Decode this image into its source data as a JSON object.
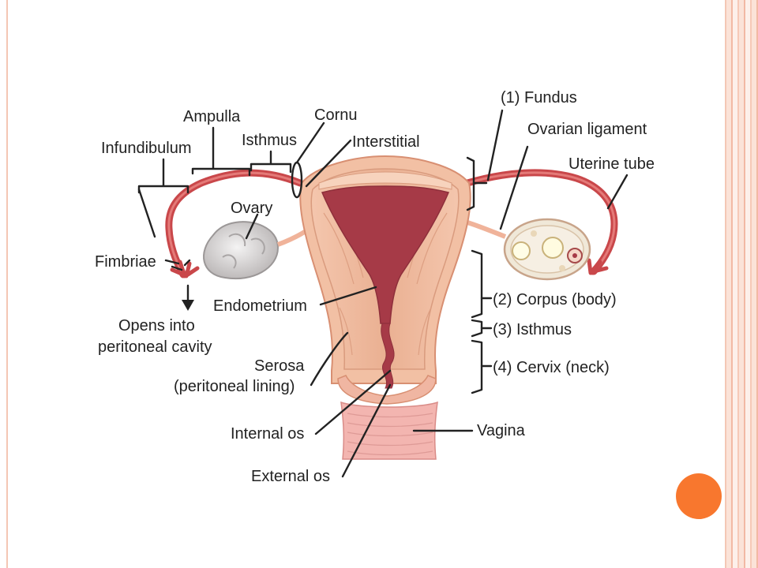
{
  "labels": {
    "infundibulum": "Infundibulum",
    "ampulla": "Ampulla",
    "isthmus_tube": "Isthmus",
    "cornu": "Cornu",
    "interstitial": "Interstitial",
    "ovary": "Ovary",
    "fimbriae": "Fimbriae",
    "opens_into_1": "Opens into",
    "opens_into_2": "peritoneal cavity",
    "endometrium": "Endometrium",
    "serosa_1": "Serosa",
    "serosa_2": "(peritoneal lining)",
    "internal_os": "Internal os",
    "external_os": "External os",
    "fundus": "(1) Fundus",
    "ovarian_ligament": "Ovarian ligament",
    "uterine_tube": "Uterine tube",
    "corpus": "(2) Corpus (body)",
    "isthmus_uterus": "(3) Isthmus",
    "cervix": "(4) Cervix (neck)",
    "vagina": "Vagina"
  },
  "colors": {
    "frame": "#f4c7b5",
    "accent_dot": "#f8772e",
    "tissue_outer": "#f2c0a4",
    "tissue_muscle": "#e8a98a",
    "cavity": "#a63a47",
    "tube": "#c9474a",
    "ovary": "#d9d6d6",
    "vagina": "#f3b5b0"
  }
}
